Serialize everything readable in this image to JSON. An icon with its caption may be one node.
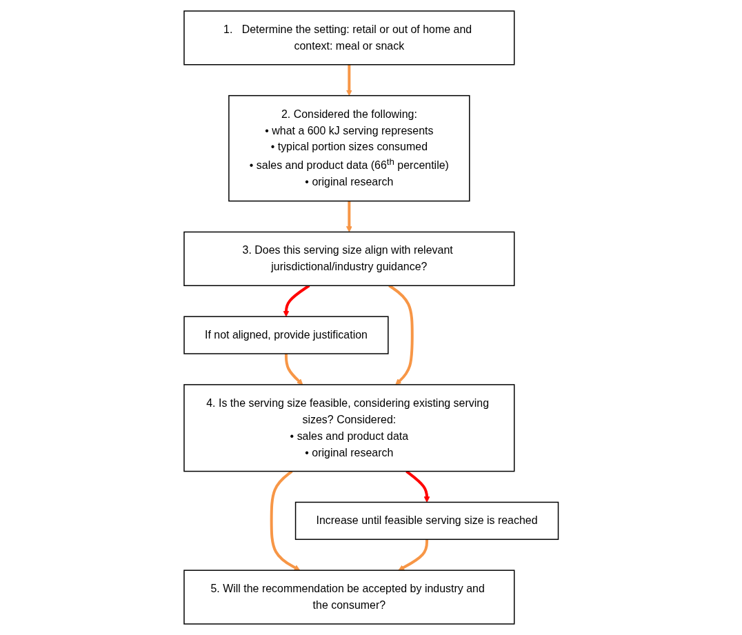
{
  "diagram": {
    "nodes": [
      {
        "text": [
          "1.   Determine the setting: retail or out of home and context: meal or snack"
        ]
      },
      {
        "text": [
          "2. Considered the following:",
          "• what a 600 kJ serving represents",
          "• typical portion sizes consumed",
          "• sales and product data (66$^{th}$ percentile)",
          "• original research"
        ]
      },
      {
        "text": [
          "3. Does this serving size align with relevant jurisdictional/industry guidance?"
        ]
      },
      {
        "text": [
          "If not aligned, provide justification"
        ]
      },
      {
        "text": [
          "4. Is the serving size feasible, considering existing serving sizes? Considered:",
          "• sales and product data",
          "• original research"
        ]
      },
      {
        "text": [
          "Increase until feasible serving size is reached"
        ]
      },
      {
        "text": [
          "5. Will the recommendation be accepted by industry and the consumer?"
        ]
      }
    ],
    "edges": [
      {
        "from": 0,
        "to": 1,
        "arrow": "to"
      },
      {
        "from": 1,
        "to": 2,
        "arrow": "to"
      },
      {
        "from": 2,
        "to": 3,
        "arrow": "to",
        "color": "#ff0000"
      },
      {
        "from": 3,
        "to": 4,
        "arrow": "to"
      },
      {
        "from": 2,
        "to": 4,
        "arrow": "to"
      },
      {
        "from": 4,
        "to": 5,
        "arrow": "to",
        "color": "#ff0000"
      },
      {
        "from": 4,
        "to": 6,
        "arrow": "to"
      },
      {
        "from": 5,
        "to": 6,
        "arrow": "to"
      }
    ]
  }
}
